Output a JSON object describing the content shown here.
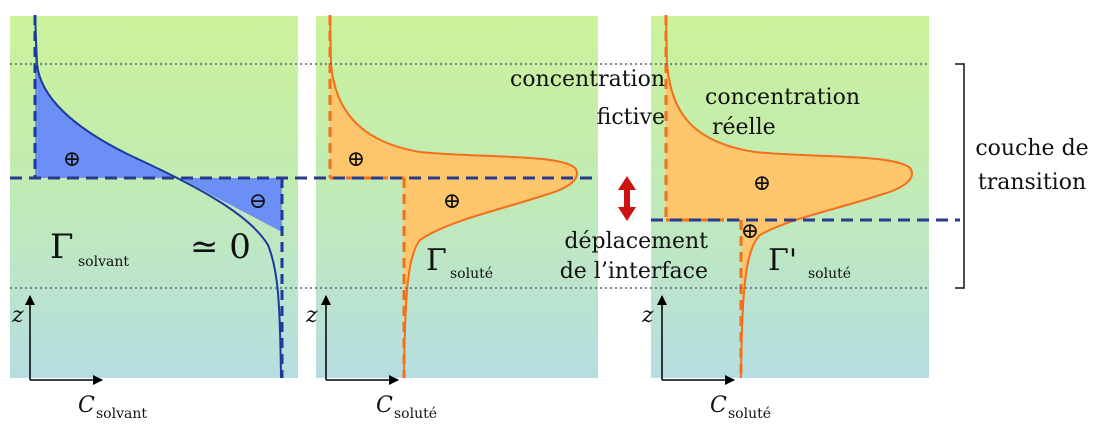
{
  "labels": {
    "gamma_solvant": "Γ",
    "gamma_solvant_sub": "solvant",
    "approx_zero": "≃ 0",
    "gamma_solute": "Γ",
    "gamma_solute_sub": "soluté",
    "gamma_solute_prime": "Γ'",
    "gamma_solute_prime_sub": "soluté",
    "concentration_fictive_1": "concentration",
    "concentration_fictive_2": "fictive",
    "concentration_reelle_1": "concentration",
    "concentration_reelle_2": "réelle",
    "deplacement_1": "déplacement",
    "deplacement_2": "de l’interface",
    "couche_1": "couche de",
    "couche_2": "transition",
    "axis_z": "z",
    "axis_c_solvant": "C",
    "axis_c_solvant_sub": "solvant",
    "axis_c_solute": "C",
    "axis_c_solute_sub": "soluté",
    "axis_c_solute2": "C",
    "axis_c_solute2_sub": "soluté",
    "plus": "⊕",
    "minus": "⊖"
  },
  "colors": {
    "top_phase": "#ccf29a",
    "bottom_phase": "#b6dee2",
    "solvant_fill": "#6b8ff5",
    "solvant_line": "#1a3a9c",
    "solute_fill": "#fdc66d",
    "solute_line": "#f36f1c",
    "interface": "#2a3a8c",
    "arrow": "#cc1111"
  }
}
